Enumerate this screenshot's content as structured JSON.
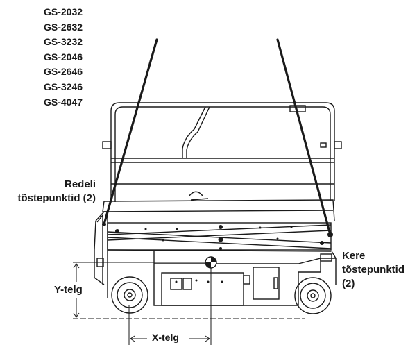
{
  "models": [
    "GS-2032",
    "GS-2632",
    "GS-3232",
    "GS-2046",
    "GS-2646",
    "GS-3246",
    "GS-4047"
  ],
  "labels": {
    "ladder_line1": "Redeli",
    "ladder_line2": "tõstepunktid (2)",
    "body_line1": "Kere",
    "body_line2": "tõstepunktid",
    "body_line3": "(2)",
    "y_axis": "Y-telg",
    "x_axis": "X-telg"
  }
}
